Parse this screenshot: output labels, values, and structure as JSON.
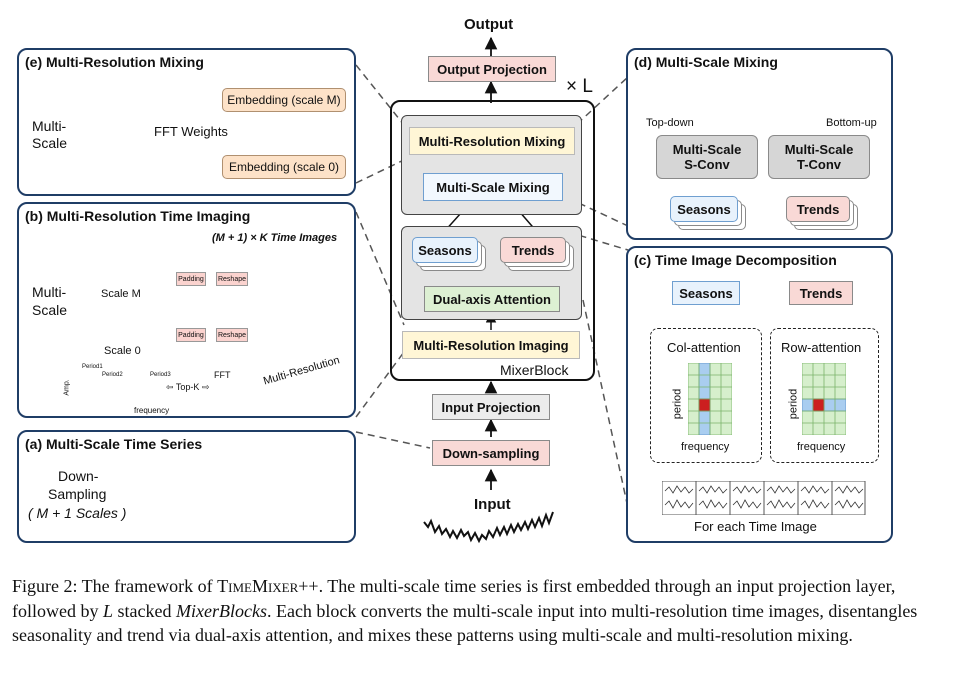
{
  "center": {
    "output": "Output",
    "output_projection": "Output Projection",
    "times_l": "× L",
    "mr_mixing": "Multi-Resolution Mixing",
    "ms_mixing": "Multi-Scale Mixing",
    "seasons": "Seasons",
    "trends": "Trends",
    "dual_attention": "Dual-axis Attention",
    "mr_imaging": "Multi-Resolution Imaging",
    "mixerblock": "MixerBlock",
    "input_projection": "Input Projection",
    "downsampling": "Down-sampling",
    "input": "Input"
  },
  "panel_e": {
    "title": "(e) Multi-Resolution Mixing",
    "multi": "Multi-",
    "scale": "Scale",
    "fft_weights": "FFT Weights",
    "emb_m": "Embedding (scale M)",
    "emb_0": "Embedding (scale 0)"
  },
  "panel_b": {
    "title": "(b) Multi-Resolution Time Imaging",
    "images_label": "(M + 1) × K  Time Images",
    "multi": "Multi-",
    "scale": "Scale",
    "scale_m": "Scale M",
    "scale_0": "Scale 0",
    "padding": "Padding",
    "reshape": "Reshape",
    "amp": "Amp.",
    "frequency": "frequency",
    "period1": "Period1",
    "period2": "Period2",
    "period3": "Period3",
    "topk": "Top-K",
    "fft": "FFT",
    "multi_resolution": "Multi-Resolution"
  },
  "panel_a": {
    "title": "(a) Multi-Scale Time Series",
    "down": "Down-",
    "sampling": "Sampling",
    "scales": "( M + 1 Scales )"
  },
  "panel_d": {
    "title": "(d) Multi-Scale Mixing",
    "topdown": "Top-down",
    "bottomup": "Bottom-up",
    "sconv": "Multi-Scale\nS-Conv",
    "tconv": "Multi-Scale\nT-Conv",
    "seasons": "Seasons",
    "trends": "Trends"
  },
  "panel_c": {
    "title": "(c) Time Image Decomposition",
    "seasons": "Seasons",
    "trends": "Trends",
    "col_attention": "Col-attention",
    "row_attention": "Row-attention",
    "period": "period",
    "frequency": "frequency",
    "for_each": "For each Time Image"
  },
  "caption": {
    "p1": "Figure 2: The framework of ",
    "name": "TimeMixer++",
    "p2": ". The multi-scale time series is first embedded through an input projection layer, followed by ",
    "L": "L",
    "p3": " stacked ",
    "mixerblocks": "MixerBlocks",
    "p4": ". Each block converts the multi-scale input into multi-resolution time images, disentangles seasonality and trend via dual-axis attention, and mixes these patterns using multi-scale and multi-resolution mixing."
  },
  "colors": {
    "panel_border": "#1f3d66",
    "pink": "#f9d9d6",
    "yellow": "#fff6d6",
    "blue": "#e8f2fc",
    "green": "#ddf0d3",
    "gray": "#d6d6d6",
    "grid_blue": "#a9cdf0",
    "grid_green": "#d6efcc",
    "grid_red": "#cc1f1f"
  }
}
